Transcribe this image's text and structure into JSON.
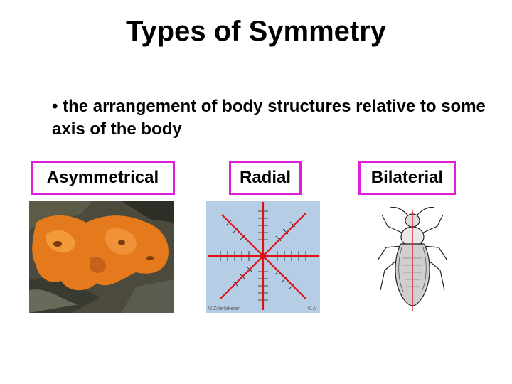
{
  "slide": {
    "title": "Types of Symmetry",
    "bullet": "• the arrangement of body structures relative to some axis of the body"
  },
  "categories": [
    {
      "label": "Asymmetrical",
      "image_icon": "sponge-photo"
    },
    {
      "label": "Radial",
      "image_icon": "starfish-radial-diagram"
    },
    {
      "label": "Bilaterial",
      "image_icon": "insect-bilateral-drawing"
    }
  ],
  "radial_image": {
    "credit_left": "U.Zillerbikeren",
    "credit_right": "K.A"
  },
  "colors": {
    "label_border": "#e020d8",
    "axis_line": "#e01010",
    "radial_bg": "#b6cde6",
    "sponge": "#e47a1c"
  }
}
